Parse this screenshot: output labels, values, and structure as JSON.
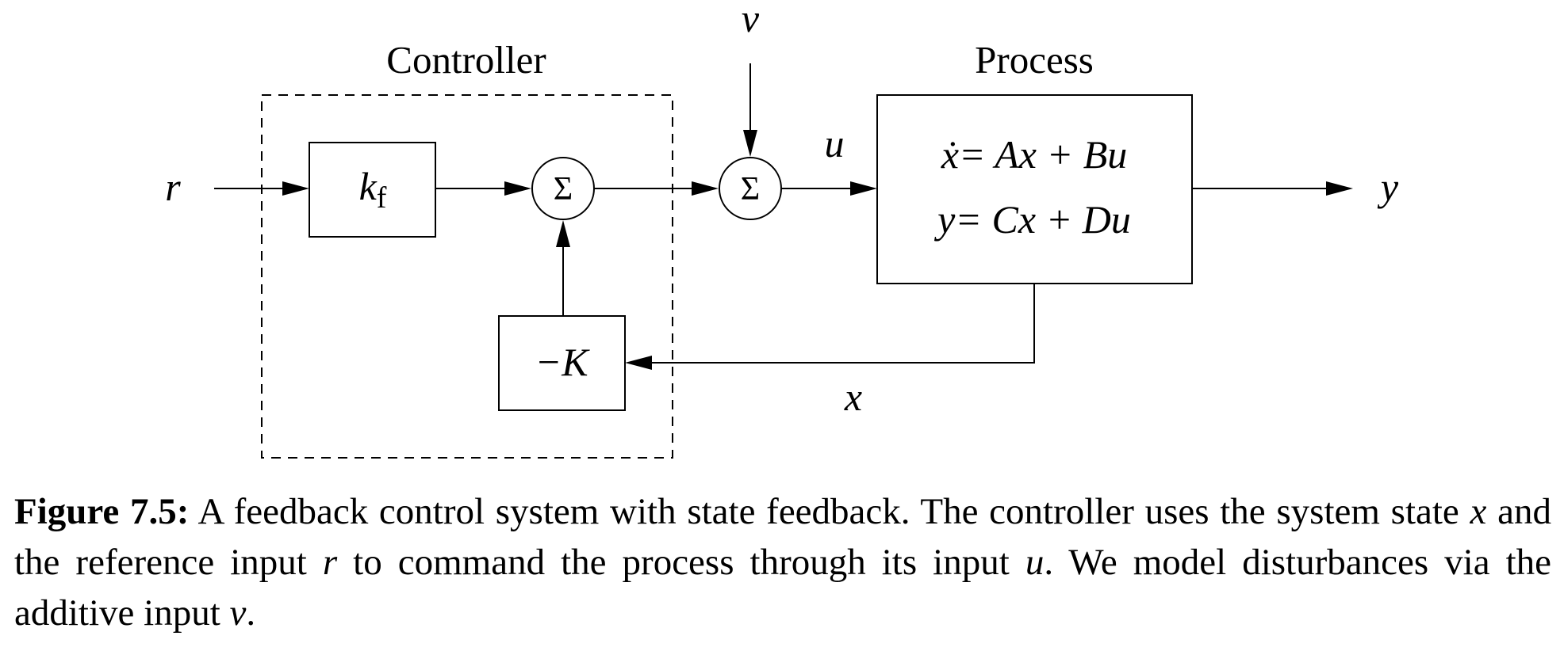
{
  "diagram": {
    "controller_label": "Controller",
    "process_label": "Process",
    "gain_ff_main": "k",
    "gain_ff_sub": "f",
    "gain_fb": "−K",
    "sum_symbol": "Σ",
    "eq_state_lhs": "ẋ",
    "eq_state_rhs": "= Ax + Bu",
    "eq_output_lhs": "y",
    "eq_output_rhs": "= Cx + Du",
    "signal_r": "r",
    "signal_v": "v",
    "signal_u": "u",
    "signal_y": "y",
    "signal_x": "x"
  },
  "caption": {
    "label": "Figure 7.5:",
    "t1": " A feedback control system with state feedback. The controller uses the system state ",
    "var_x": "x",
    "t2": " and the reference input ",
    "var_r": "r",
    "t3": " to command the process through its input ",
    "var_u": "u",
    "t4": ". We model disturbances via the additive input ",
    "var_v": "v",
    "t5": "."
  }
}
